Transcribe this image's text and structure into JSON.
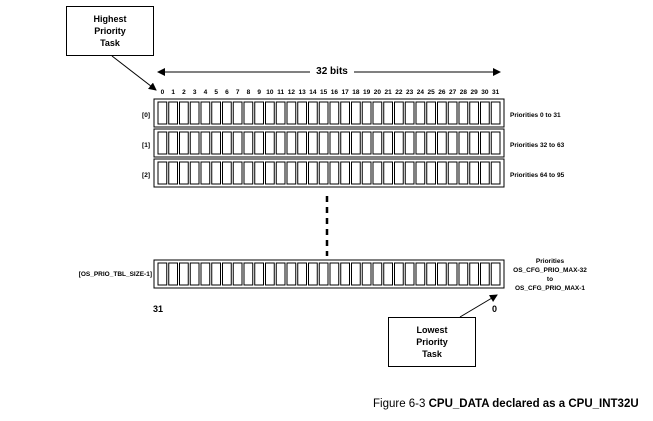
{
  "highest_box": {
    "lines": [
      "Highest",
      "Priority",
      "Task"
    ]
  },
  "lowest_box": {
    "lines": [
      "Lowest",
      "Priority",
      "Task"
    ]
  },
  "span_label": "32 bits",
  "bit_numbers": [
    "0",
    "1",
    "2",
    "3",
    "4",
    "5",
    "6",
    "7",
    "8",
    "9",
    "10",
    "11",
    "12",
    "13",
    "14",
    "15",
    "16",
    "17",
    "18",
    "19",
    "20",
    "21",
    "22",
    "23",
    "24",
    "25",
    "26",
    "27",
    "28",
    "29",
    "30",
    "31"
  ],
  "rows": [
    {
      "index": "[0]",
      "range": "Priorities 0 to 31"
    },
    {
      "index": "[1]",
      "range": "Priorities 32 to 63"
    },
    {
      "index": "[2]",
      "range": "Priorities 64 to 95"
    }
  ],
  "last_row": {
    "index": "[OS_PRIO_TBL_SIZE-1]",
    "range_lines": [
      "Priorities",
      "OS_CFG_PRIO_MAX-32",
      "to",
      "OS_CFG_PRIO_MAX-1"
    ]
  },
  "axis_left": "31",
  "axis_right": "0",
  "caption": {
    "prefix": "Figure 6-3 ",
    "bold": "CPU_DATA declared as a CPU_INT32U"
  }
}
